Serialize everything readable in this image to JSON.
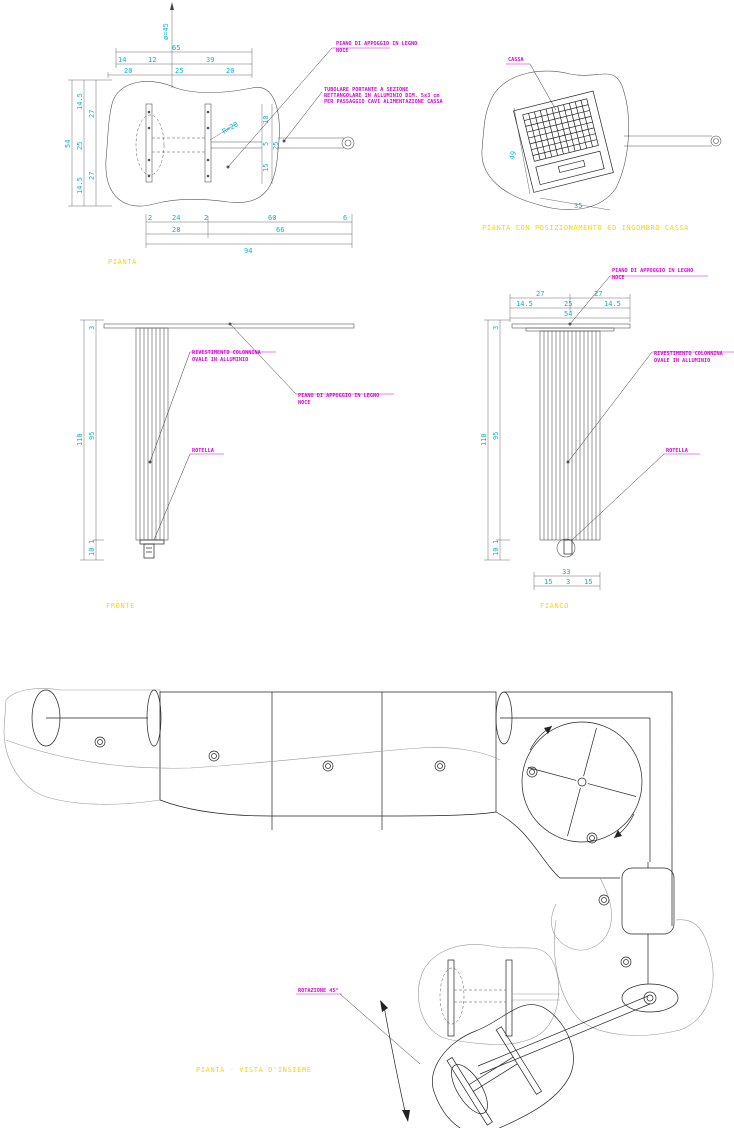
{
  "titles": {
    "pianta": "PIANTA",
    "pianta_cassa": "PIANTA CON POSIZIONAMENTO ED INGOMBRO CASSA",
    "fronte": "FRONTE",
    "fianco": "FIANCO",
    "pianta_insieme": "PIANTA - VISTA D'INSIEME"
  },
  "notes": {
    "piano_appoggio_l1": "PIANO DI APPOGGIO IN LEGNO",
    "piano_appoggio_l2": "NOCE",
    "tubolare_l1": "TUBOLARE PORTANTE A SEZIONE",
    "tubolare_l2": "RETTANGOLARE  IN ALLUMINIO DIM. 5x3 cm",
    "tubolare_l3": "PER PASSAGGIO CAVI ALIMENTAZIONE CASSA",
    "cassa": "CASSA",
    "rivestimento_l1": "RIVESTIMENTO COLONNINA",
    "rivestimento_l2": "OVALE IN ALLUMINIO",
    "rotella": "ROTELLA",
    "rotazione": "ROTAZIONE 45°"
  },
  "dims": {
    "plan_top": [
      "65",
      "14",
      "12",
      "39",
      "20",
      "25",
      "20"
    ],
    "plan_left": [
      "14.5",
      "27",
      "54",
      "25",
      "14.5",
      "27"
    ],
    "plan_right": [
      "10",
      "5",
      "25",
      "15"
    ],
    "plan_bottom": [
      "2",
      "24",
      "2",
      "60",
      "6",
      "28",
      "66",
      "94"
    ],
    "plan_angle": "ø=45",
    "plan_radius": "R=20",
    "cassa": [
      "49",
      "35"
    ],
    "front_left": [
      "3",
      "95",
      "110",
      "10",
      "1"
    ],
    "side_top": [
      "27",
      "27",
      "14.5",
      "25",
      "14.5",
      "54"
    ],
    "side_left": [
      "3",
      "95",
      "110",
      "10",
      "1"
    ],
    "side_bottom": [
      "33",
      "15",
      "3",
      "15"
    ]
  }
}
